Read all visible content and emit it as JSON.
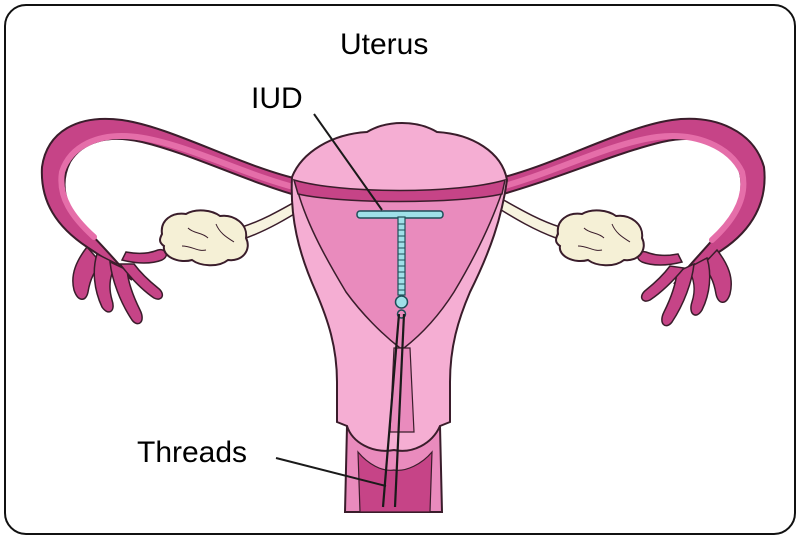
{
  "labels": {
    "uterus": "Uterus",
    "iud": "IUD",
    "threads": "Threads"
  },
  "colors": {
    "outline": "#3a1d2b",
    "uterus_light": "#f5aed3",
    "uterus_mid": "#e98bbd",
    "tube_dark": "#c64487",
    "tube_light": "#e56ea9",
    "ovary": "#f5f0d6",
    "ligament": "#f7f3df",
    "iud": "#9fe0e8"
  }
}
